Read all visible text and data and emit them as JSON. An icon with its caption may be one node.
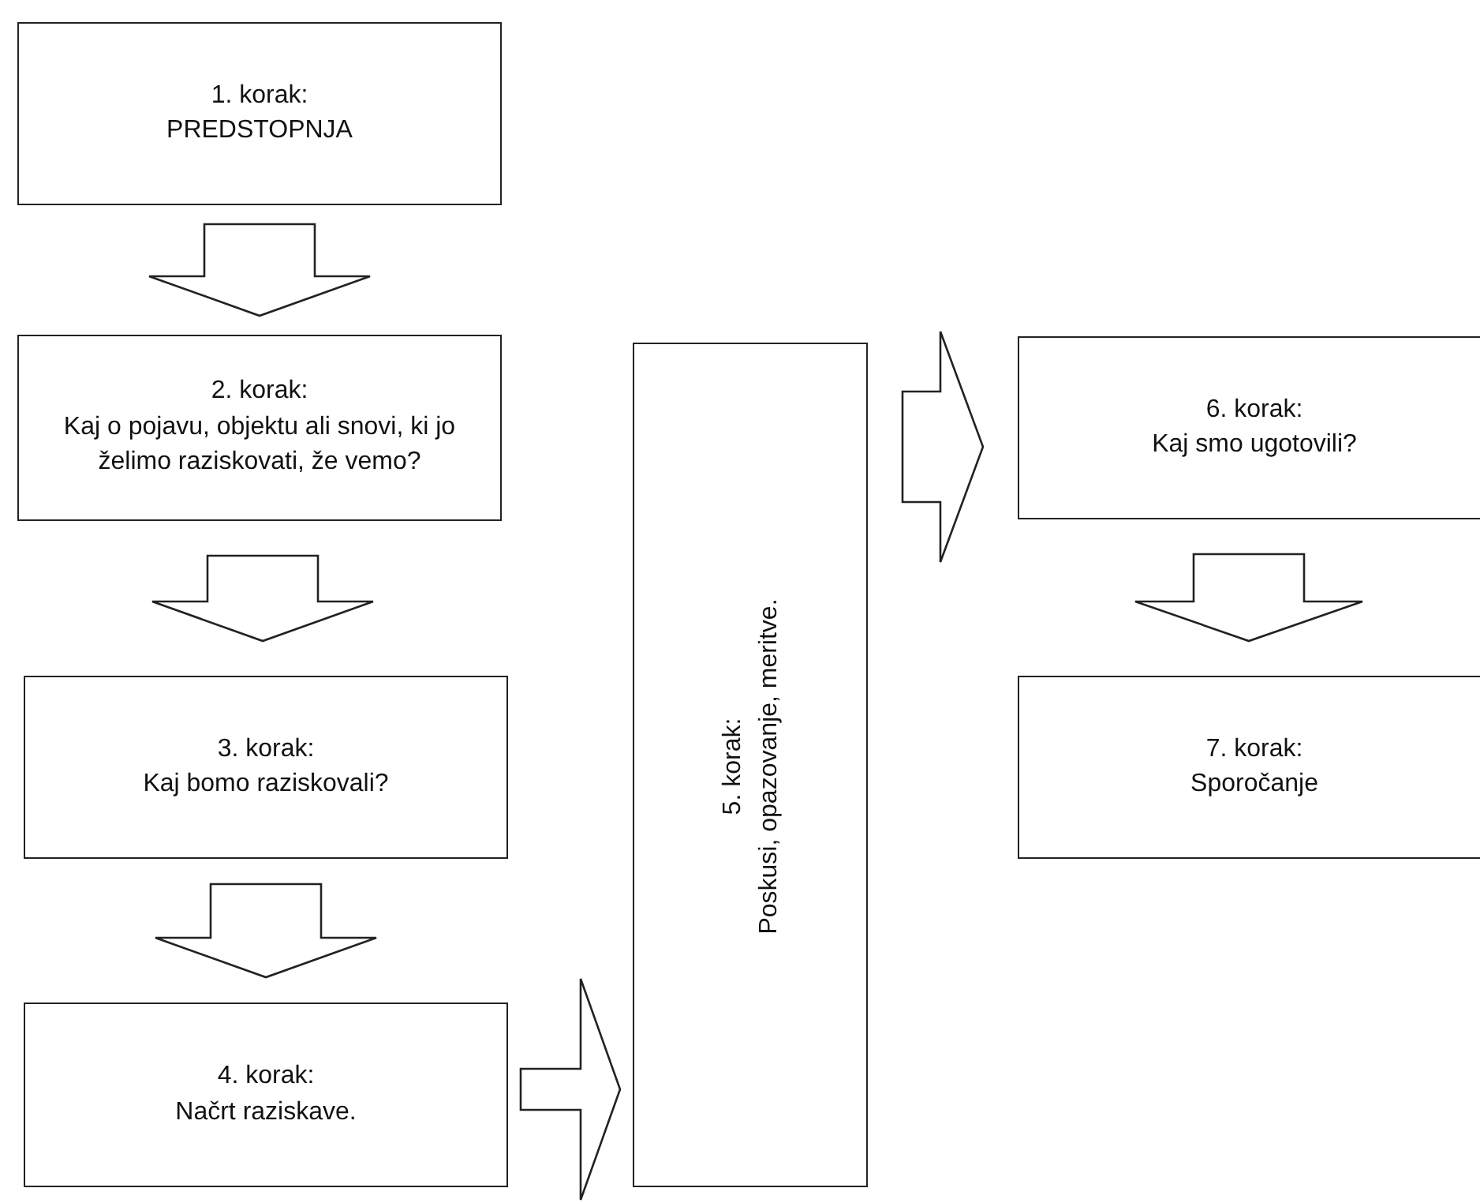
{
  "diagram": {
    "nodes": [
      {
        "text": [
          "1. korak:",
          "PREDSTOPNJA"
        ]
      },
      {
        "text": [
          "2. korak:",
          "Kaj o pojavu, objektu ali snovi, ki jo želimo raziskovati, že vemo?"
        ]
      },
      {
        "text": [
          "3. korak:",
          "Kaj bomo raziskovali?"
        ]
      },
      {
        "text": [
          "4. korak:",
          "Načrt raziskave."
        ]
      },
      {
        "text": [
          "5. korak:",
          "Poskusi, opazovanje, meritve."
        ]
      },
      {
        "text": [
          "6. korak:",
          "Kaj smo ugotovili?"
        ]
      },
      {
        "text": [
          "7. korak:",
          "Sporočanje"
        ]
      }
    ],
    "edges": [
      {
        "from": 0,
        "to": 1,
        "arrow": "to"
      },
      {
        "from": 1,
        "to": 2,
        "arrow": "to"
      },
      {
        "from": 2,
        "to": 3,
        "arrow": "to"
      },
      {
        "from": 3,
        "to": 4,
        "arrow": "to"
      },
      {
        "from": 4,
        "to": 5,
        "arrow": "to"
      },
      {
        "from": 5,
        "to": 6,
        "arrow": "to"
      }
    ]
  }
}
